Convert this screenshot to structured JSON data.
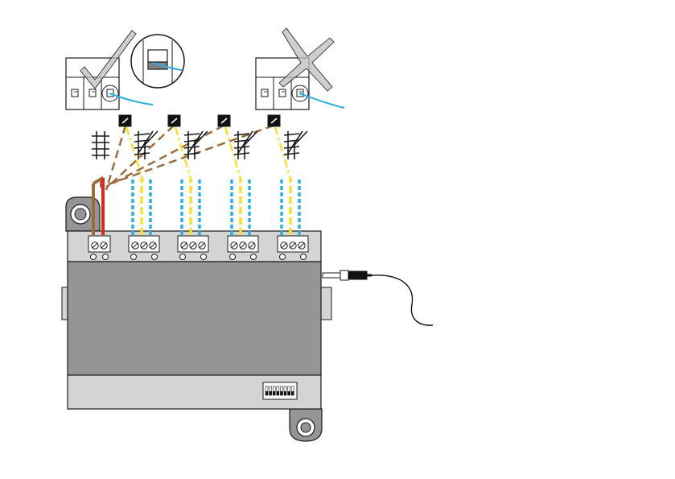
{
  "diagram": {
    "type": "wiring-illustration",
    "text_labels": [],
    "colors": {
      "background": "#ffffff",
      "outline": "#1a1a1a",
      "module_body": "#959595",
      "module_panel": "#d4d4d4",
      "terminal_fill": "#ffffff",
      "power_wire_red": "#d42b20",
      "power_wire_brown": "#9c6b3e",
      "signal_yellow": "#f5e12e",
      "signal_blue": "#2eaee0",
      "check_mark": "#bdbdbd",
      "cross_mark": "#bdbdbd",
      "cable": "#111111"
    },
    "icons": {
      "correct_example_mark": "check-mark-icon",
      "wrong_example_mark": "cross-mark-icon",
      "magnifier": "magnifier-circle-icon",
      "switch_button": "pushbutton-icon",
      "track_straight": "straight-track-icon",
      "track_turnout": "turnout-track-icon",
      "connector_jack": "plug-jack-icon",
      "dip_switch": "dip-switch-icon"
    },
    "structure": {
      "terminal_blocks": [
        {
          "id": "power",
          "screws": 2
        },
        {
          "id": "out-1",
          "screws": 3
        },
        {
          "id": "out-2",
          "screws": 3
        },
        {
          "id": "out-3",
          "screws": 3
        },
        {
          "id": "out-4",
          "screws": 3
        }
      ],
      "pushbuttons": 4,
      "turnouts": 4,
      "straight_tracks": 1,
      "dip_switch_positions": 8
    }
  }
}
